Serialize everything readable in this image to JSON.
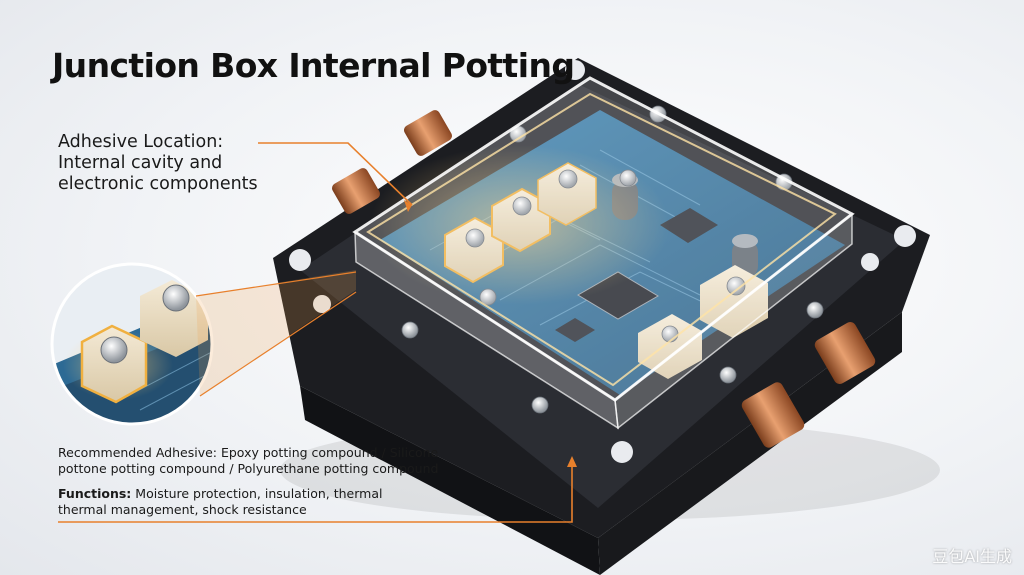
{
  "title": "Junction Box Internal Potting",
  "location": {
    "line1": "Adhesive Location:",
    "line2": "Internal cavity and",
    "line3": "electronic components"
  },
  "recommended": {
    "line1": "Recommended Adhesive: Epoxy potting compound / Silicone",
    "line2": "pottone potting compound / Polyurethane potting compound"
  },
  "functions": {
    "label": "Functions:",
    "line1_rest": " Moisture protection, insulation, thermal",
    "line2": "thermal management, shock resistance"
  },
  "watermark": "豆包AI生成",
  "colors": {
    "accent": "#e8802c",
    "enclosure": "#1c1d21",
    "pcb": "#2e6e98",
    "glow": "#ffcf6a",
    "copper": "#b8683a"
  },
  "icons": [
    "copper-cable-gland",
    "terminal-block",
    "screw",
    "chip",
    "capacitor"
  ]
}
